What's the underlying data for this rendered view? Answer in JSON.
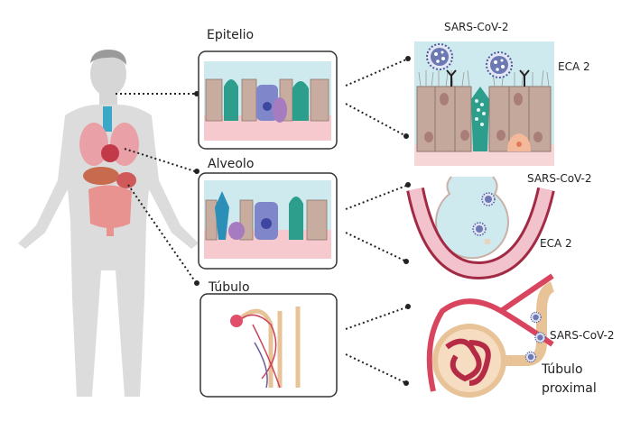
{
  "labels": {
    "epitelio": "Epitelio",
    "alveolo": "Alveolo",
    "tubulo": "Túbulo"
  },
  "epithelium_panel": {
    "virus_label": "SARS-CoV-2",
    "receptor_label": "ECA 2"
  },
  "alveolus_panel": {
    "virus_label": "SARS-CoV-2",
    "receptor_label": "ECA 2"
  },
  "kidney_panel": {
    "virus_label": "SARS-CoV-2",
    "structure_label_line1": "Túbulo",
    "structure_label_line2": "proximal"
  },
  "colors": {
    "body": "#d9d9d9",
    "epithelial_cell": "#c9aca0",
    "goblet_cell": "#2e9e8c",
    "lumen": "#cde9ee",
    "virus": "#4b5b9e",
    "vessel": "#d9455f",
    "tubule": "#e9c398"
  }
}
